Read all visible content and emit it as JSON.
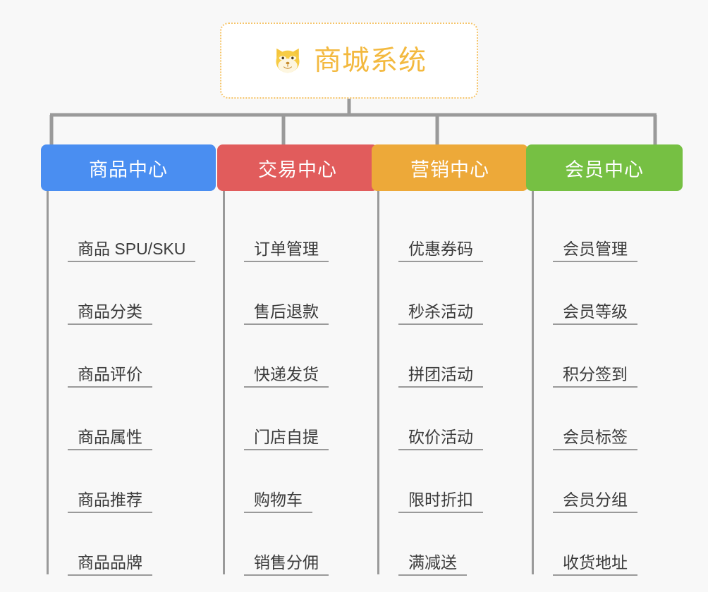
{
  "root": {
    "title": "商城系统",
    "icon": "shiba-dog-icon",
    "accent_color": "#f3b93f",
    "border_color": "#f5c469",
    "background": "#ffffff"
  },
  "page": {
    "background_color": "#f8f8f8",
    "connector_color": "#9a9a9a",
    "leaf_text_color": "#3b3b3b"
  },
  "branches": [
    {
      "label": "商品中心",
      "color": "#4a8ef1",
      "color_class": "c-blue",
      "items": [
        "商品 SPU/SKU",
        "商品分类",
        "商品评价",
        "商品属性",
        "商品推荐",
        "商品品牌"
      ]
    },
    {
      "label": "交易中心",
      "color": "#e15c5c",
      "color_class": "c-red",
      "items": [
        "订单管理",
        "售后退款",
        "快递发货",
        "门店自提",
        "购物车",
        "销售分佣"
      ]
    },
    {
      "label": "营销中心",
      "color": "#eda939",
      "color_class": "c-orange",
      "items": [
        "优惠券码",
        "秒杀活动",
        "拼团活动",
        "砍价活动",
        "限时折扣",
        "满减送"
      ]
    },
    {
      "label": "会员中心",
      "color": "#76c043",
      "color_class": "c-green",
      "items": [
        "会员管理",
        "会员等级",
        "积分签到",
        "会员标签",
        "会员分组",
        "收货地址"
      ]
    }
  ]
}
